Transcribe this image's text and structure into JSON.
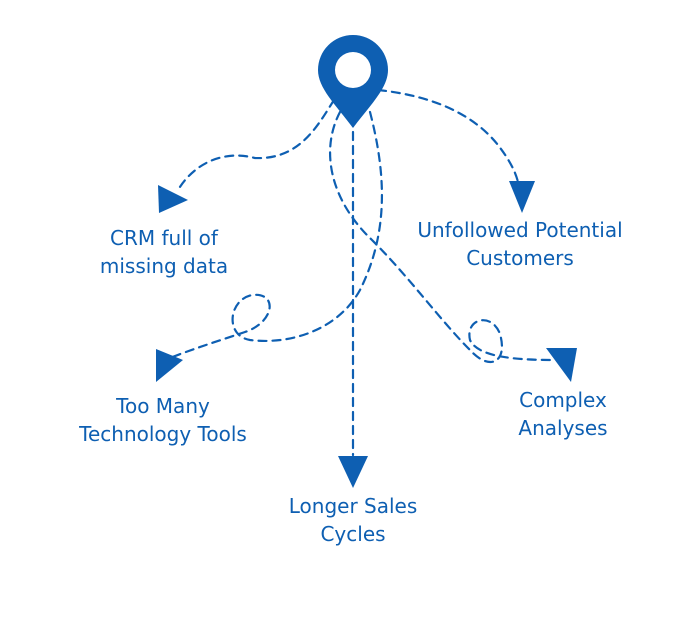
{
  "colors": {
    "accent": "#0e5fb2",
    "background": "#ffffff"
  },
  "icons": {
    "origin": "location-pin-icon",
    "arrowhead": "triangle-arrowhead-icon"
  },
  "labels": {
    "crm": [
      "CRM full of",
      "missing data"
    ],
    "unfollowed": [
      "Unfollowed Potential",
      "Customers"
    ],
    "tools": [
      "Too Many",
      "Technology Tools"
    ],
    "complex": [
      "Complex",
      "Analyses"
    ],
    "longer": [
      "Longer Sales",
      "Cycles"
    ]
  }
}
